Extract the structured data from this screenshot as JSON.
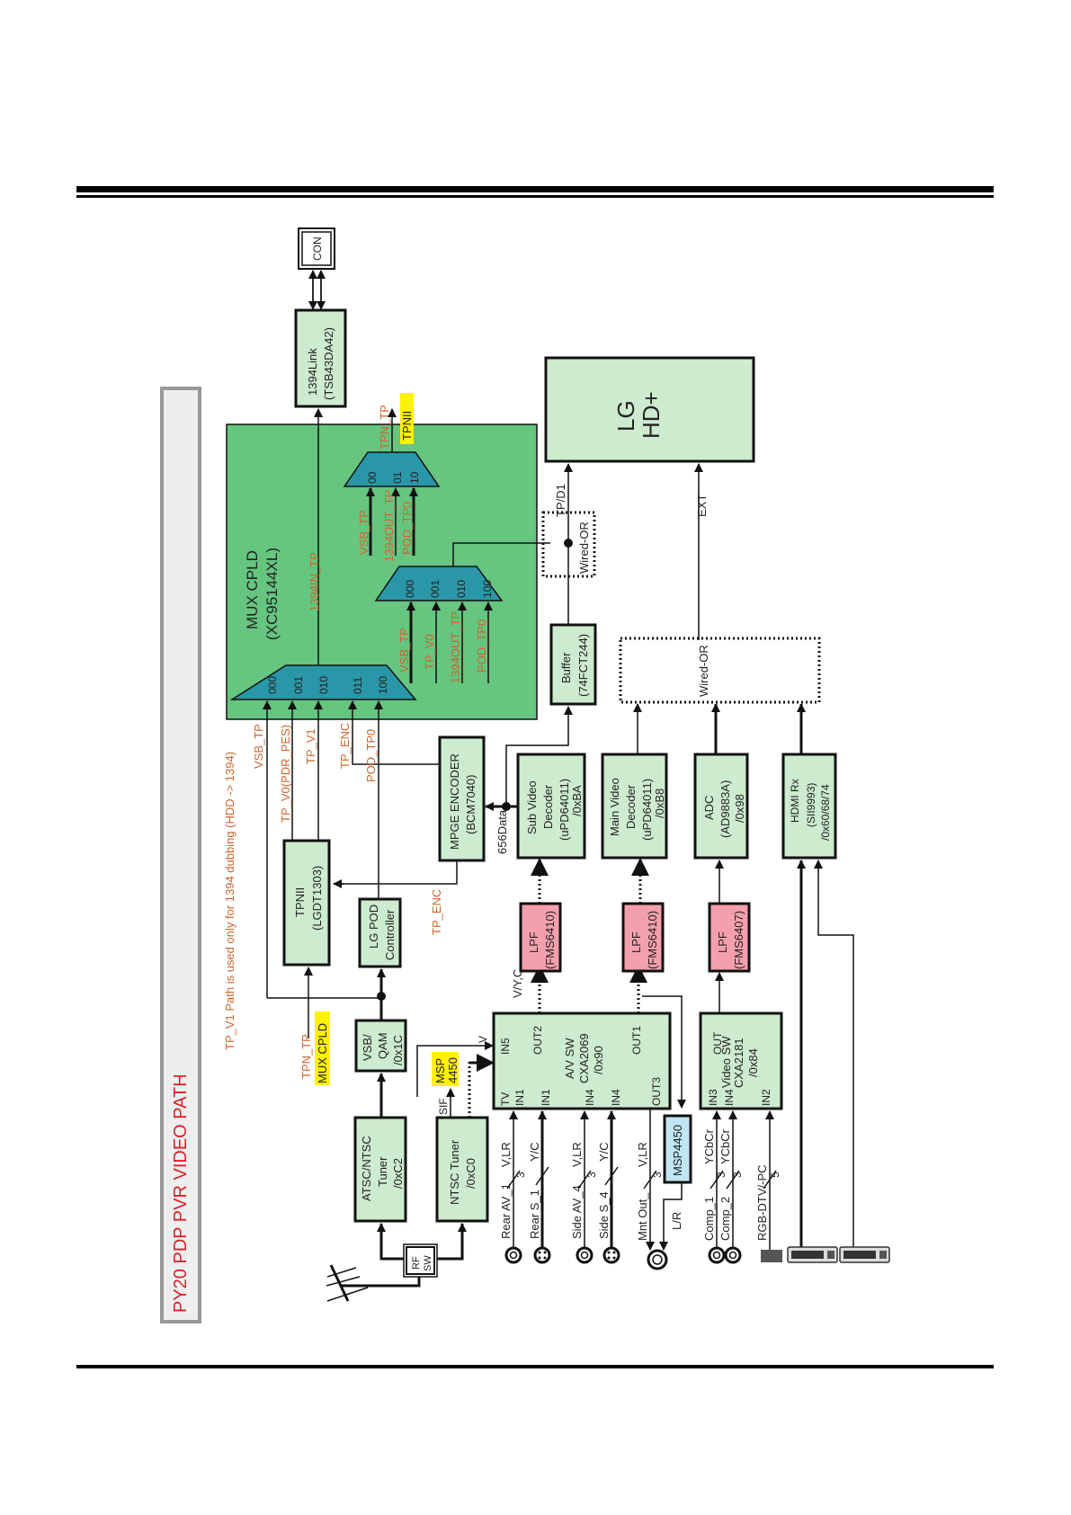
{
  "page": {
    "title": "PY20 PDP PVR VIDEO PATH",
    "note": "TP_V1 Path is used only for 1394 dubbing (HDD -> 1394)"
  },
  "colors": {
    "block_fill": "#cdebcf",
    "cpld_fill": "#66c57f",
    "mux_fill": "#2a97a8",
    "lpf_fill": "#f4a0ac",
    "msp_fill": "#bfe6f2",
    "highlight": "#fff200",
    "signal_label": "#d0642c",
    "title_color": "#d6222a"
  },
  "blocks": {
    "con": "CON",
    "link1394": [
      "1394Link",
      "(TSB43DA42)"
    ],
    "lg_hd": [
      "LG",
      "HD+"
    ],
    "mux_cpld": [
      "MUX CPLD",
      "(XC95144XL)"
    ],
    "buffer": [
      "Buffer",
      "(74FCT244)"
    ],
    "wired_or_1": "Wired-OR",
    "wired_or_2": "Wired-OR",
    "mpge_encoder": [
      "MPGE ENCODER",
      "(BCM7040)"
    ],
    "sub_video_decoder": [
      "Sub Video",
      "Decoder",
      "(uPD64011)",
      "/0xBA"
    ],
    "main_video_decoder": [
      "Main Video",
      "Decoder",
      "(uPD64011)",
      "/0xB8"
    ],
    "adc": [
      "ADC",
      "(AD9883A)",
      "/0x98"
    ],
    "hdmi_rx": [
      "HDMI Rx",
      "(SII9993)",
      "/0x60/68/74"
    ],
    "tpnii": [
      "TPNII",
      "(LGDT1303)"
    ],
    "lg_pod": [
      "LG POD",
      "Controller"
    ],
    "lpf_1": [
      "LPF",
      "(FMS6410)"
    ],
    "lpf_2": [
      "LPF",
      "(FMS6410)"
    ],
    "lpf_3": [
      "LPF",
      "(FMS6407)"
    ],
    "vsb_qam": [
      "VSB/",
      "QAM",
      "/0x1C"
    ],
    "msp_4450_hl": [
      "MSP",
      "4450"
    ],
    "av_sw": [
      "A/V SW",
      "CXA2069",
      "/0x90"
    ],
    "video_sw": [
      "Video SW",
      "CXA2181",
      "/0x84"
    ],
    "atsc_tuner": [
      "ATSC/NTSC",
      "Tuner",
      "/0xC2"
    ],
    "ntsc_tuner": [
      "NTSC Tuner",
      "/0xC0"
    ],
    "msp4450_out": "MSP4450",
    "rf_sw": [
      "RF",
      "SW"
    ]
  },
  "mux_main": {
    "ports": [
      "000",
      "001",
      "010",
      "011",
      "100"
    ],
    "inputs": [
      "VSB_TP",
      "TP_V0(PDR_PES)",
      "TP_V1",
      "TP_ENC",
      "POD_TP0"
    ],
    "output": "1394IN_TP"
  },
  "mux_mid": {
    "ports": [
      "000",
      "001",
      "010",
      "100"
    ],
    "inputs": [
      "VSB_TP",
      "TP_V0",
      "1394OUT_TP",
      "POD_TP0"
    ]
  },
  "mux_top": {
    "ports": [
      "00",
      "01",
      "10"
    ],
    "inputs": [
      "VSB_TP",
      "1394OUT_TP",
      "POD_TP0"
    ],
    "output": "TPN_TP",
    "output_dest": "TPNII"
  },
  "signals": {
    "tp_d1": "TP/D1",
    "ext": "EXT",
    "data656": "656Data",
    "tp_enc": "TP_ENC",
    "tpn_tp": "TPN_TP",
    "mux_cpld_tag": "MUX CPLD",
    "vyc": "V/Y,C",
    "sif": "SIF",
    "v": "V",
    "tv": "TV",
    "in5": "IN5",
    "out1": "OUT1",
    "out2": "OUT2",
    "out3": "OUT3",
    "out": "OUT",
    "lr": "L/R"
  },
  "av_inputs": [
    {
      "name": "Rear AV_1",
      "bus": "3",
      "type": "V,LR",
      "port": "IN1"
    },
    {
      "name": "Rear S_1",
      "bus": "",
      "type": "Y/C",
      "port": "IN1"
    },
    {
      "name": "Side AV_4",
      "bus": "3",
      "type": "V,LR",
      "port": "IN4"
    },
    {
      "name": "Side S_4",
      "bus": "",
      "type": "Y/C",
      "port": "IN4"
    },
    {
      "name": "Mnt Out_",
      "bus": "3",
      "type": "V,LR",
      "port": "OUT3"
    }
  ],
  "video_sw_inputs": [
    {
      "name": "Comp_1",
      "bus": "3",
      "type": "YCbCr",
      "port": "IN3"
    },
    {
      "name": "Comp_2",
      "bus": "3",
      "type": "YCbCr",
      "port": "IN4"
    },
    {
      "name": "RGB-DTV/-PC",
      "bus": "5",
      "type": "",
      "port": "IN2"
    }
  ]
}
